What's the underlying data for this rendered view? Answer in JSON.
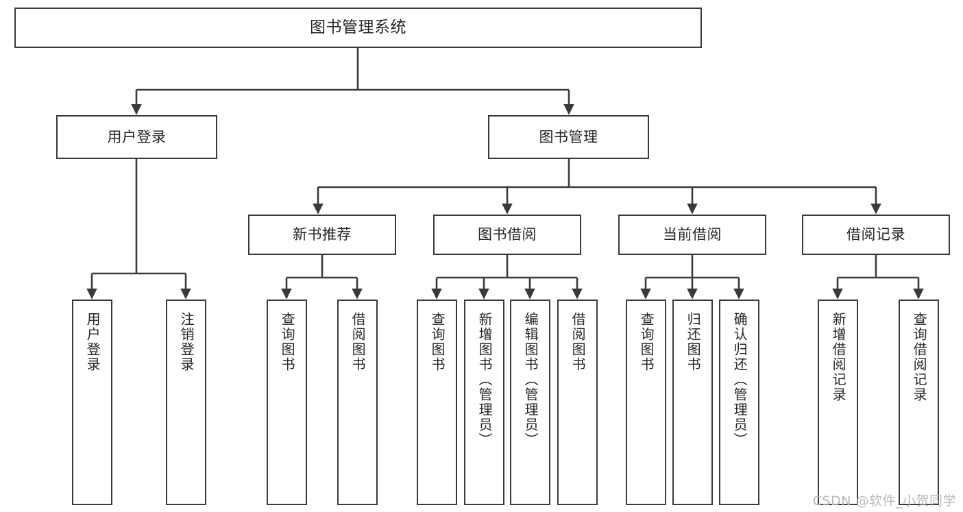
{
  "diagram": {
    "title": "图书管理系统",
    "type": "tree-hierarchy-chart",
    "watermark": "CSDN @软件_小贺同学",
    "colors": {
      "box_border": "#3a3a3a",
      "box_fill": "#ffffff",
      "edge": "#3a3a3a",
      "text": "#262626",
      "watermark": "#b9b9b9",
      "background": "#ffffff"
    },
    "nodes": {
      "root": {
        "label": "图书管理系统"
      },
      "level1": [
        {
          "label": "用户登录"
        },
        {
          "label": "图书管理"
        }
      ],
      "level2": [
        {
          "label": "新书推荐"
        },
        {
          "label": "图书借阅"
        },
        {
          "label": "当前借阅"
        },
        {
          "label": "借阅记录"
        }
      ],
      "leaves": {
        "user_login": [
          {
            "label": "用户登录"
          },
          {
            "label": "注销登录"
          }
        ],
        "new_book_recommend": [
          {
            "label": "查询图书"
          },
          {
            "label": "借阅图书"
          }
        ],
        "book_borrow": [
          {
            "label": "查询图书"
          },
          {
            "label": "新增图书（管理员）"
          },
          {
            "label": "编辑图书（管理员）"
          },
          {
            "label": "借阅图书"
          }
        ],
        "current_borrow": [
          {
            "label": "查询图书"
          },
          {
            "label": "归还图书"
          },
          {
            "label": "确认归还（管理员）"
          }
        ],
        "borrow_record": [
          {
            "label": "新增借阅记录"
          },
          {
            "label": "查询借阅记录"
          }
        ]
      }
    }
  }
}
